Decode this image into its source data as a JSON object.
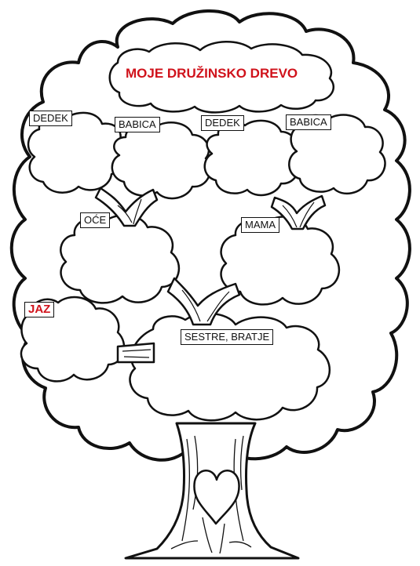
{
  "title": "MOJE DRUŽINSKO DREVO",
  "labels": {
    "grandfather_1": "DEDEK",
    "grandmother_1": "BABICA",
    "grandfather_2": "DEDEK",
    "grandmother_2": "BABICA",
    "father": "OĆE",
    "mother": "MAMA",
    "me": "JAZ",
    "siblings": "SESTRE, BRATJE"
  },
  "colors": {
    "accent": "#d0121b",
    "ink": "#111111",
    "background": "#ffffff"
  },
  "icons": {
    "heart": "heart-icon"
  }
}
